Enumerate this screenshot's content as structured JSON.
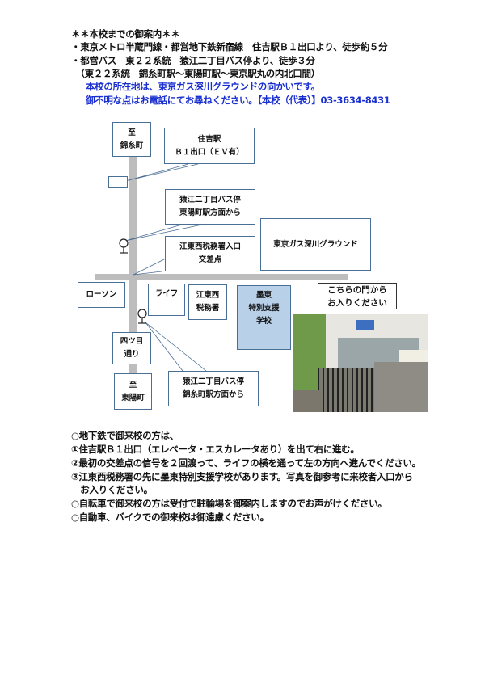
{
  "header": {
    "title": "＊＊本校までの御案内＊＊",
    "lines": [
      "・東京メトロ半蔵門線・都営地下鉄新宿線　住吉駅Ｂ１出口より、徒歩約５分",
      "・都営バス　東２２系統　猿江二丁目バス停より、徒歩３分",
      "　（東２２系統　錦糸町駅～東陽町駅～東京駅丸の内北口間）"
    ],
    "notes": [
      "本校の所在地は、東京ガス深川グラウンドの向かいです。",
      "御不明な点はお電話にてお尋ねください。【本校（代表）】03-3634-8431"
    ]
  },
  "map": {
    "to_kinshicho": [
      "至",
      "錦糸町"
    ],
    "sumiyoshi": [
      "住吉駅",
      "Ｂ１出口（ＥＶ有）"
    ],
    "bus_stop_1": [
      "猿江二丁目バス停",
      "東陽町駅方面から"
    ],
    "intersection": [
      "江東西税務署入口",
      "交差点"
    ],
    "tokyo_gas": "東京ガス深川グラウンド",
    "lawson": "ローソン",
    "life": "ライフ",
    "tax_office": [
      "江東西",
      "税務署"
    ],
    "school": [
      "墨東",
      "特別支援",
      "学校"
    ],
    "yotsume": [
      "四ツ目",
      "通り"
    ],
    "to_toyocho": [
      "至",
      "東陽町"
    ],
    "bus_stop_2": [
      "猿江二丁目バス停",
      "錦糸町駅方面から"
    ],
    "gate": [
      "こちらの門から",
      "お入りください"
    ],
    "colors": {
      "road": "#bdbdbd",
      "school": "#b8d0e8",
      "border": "#4a6f96"
    }
  },
  "directions": [
    "○地下鉄で御来校の方は、",
    "①住吉駅Ｂ１出口（エレベータ・エスカレータあり）を出て右に進む。",
    "②最初の交差点の信号を２回渡って、ライフの横を通って左の方向へ進んでください。",
    "③江東西税務署の先に墨東特別支援学校があります。写真を御参考に来校者入口から",
    "　お入りください。",
    "○自転車で御来校の方は受付で駐輪場を御案内しますのでお声がけください。",
    "○自動車、バイクでの御来校は御遠慮ください。"
  ]
}
